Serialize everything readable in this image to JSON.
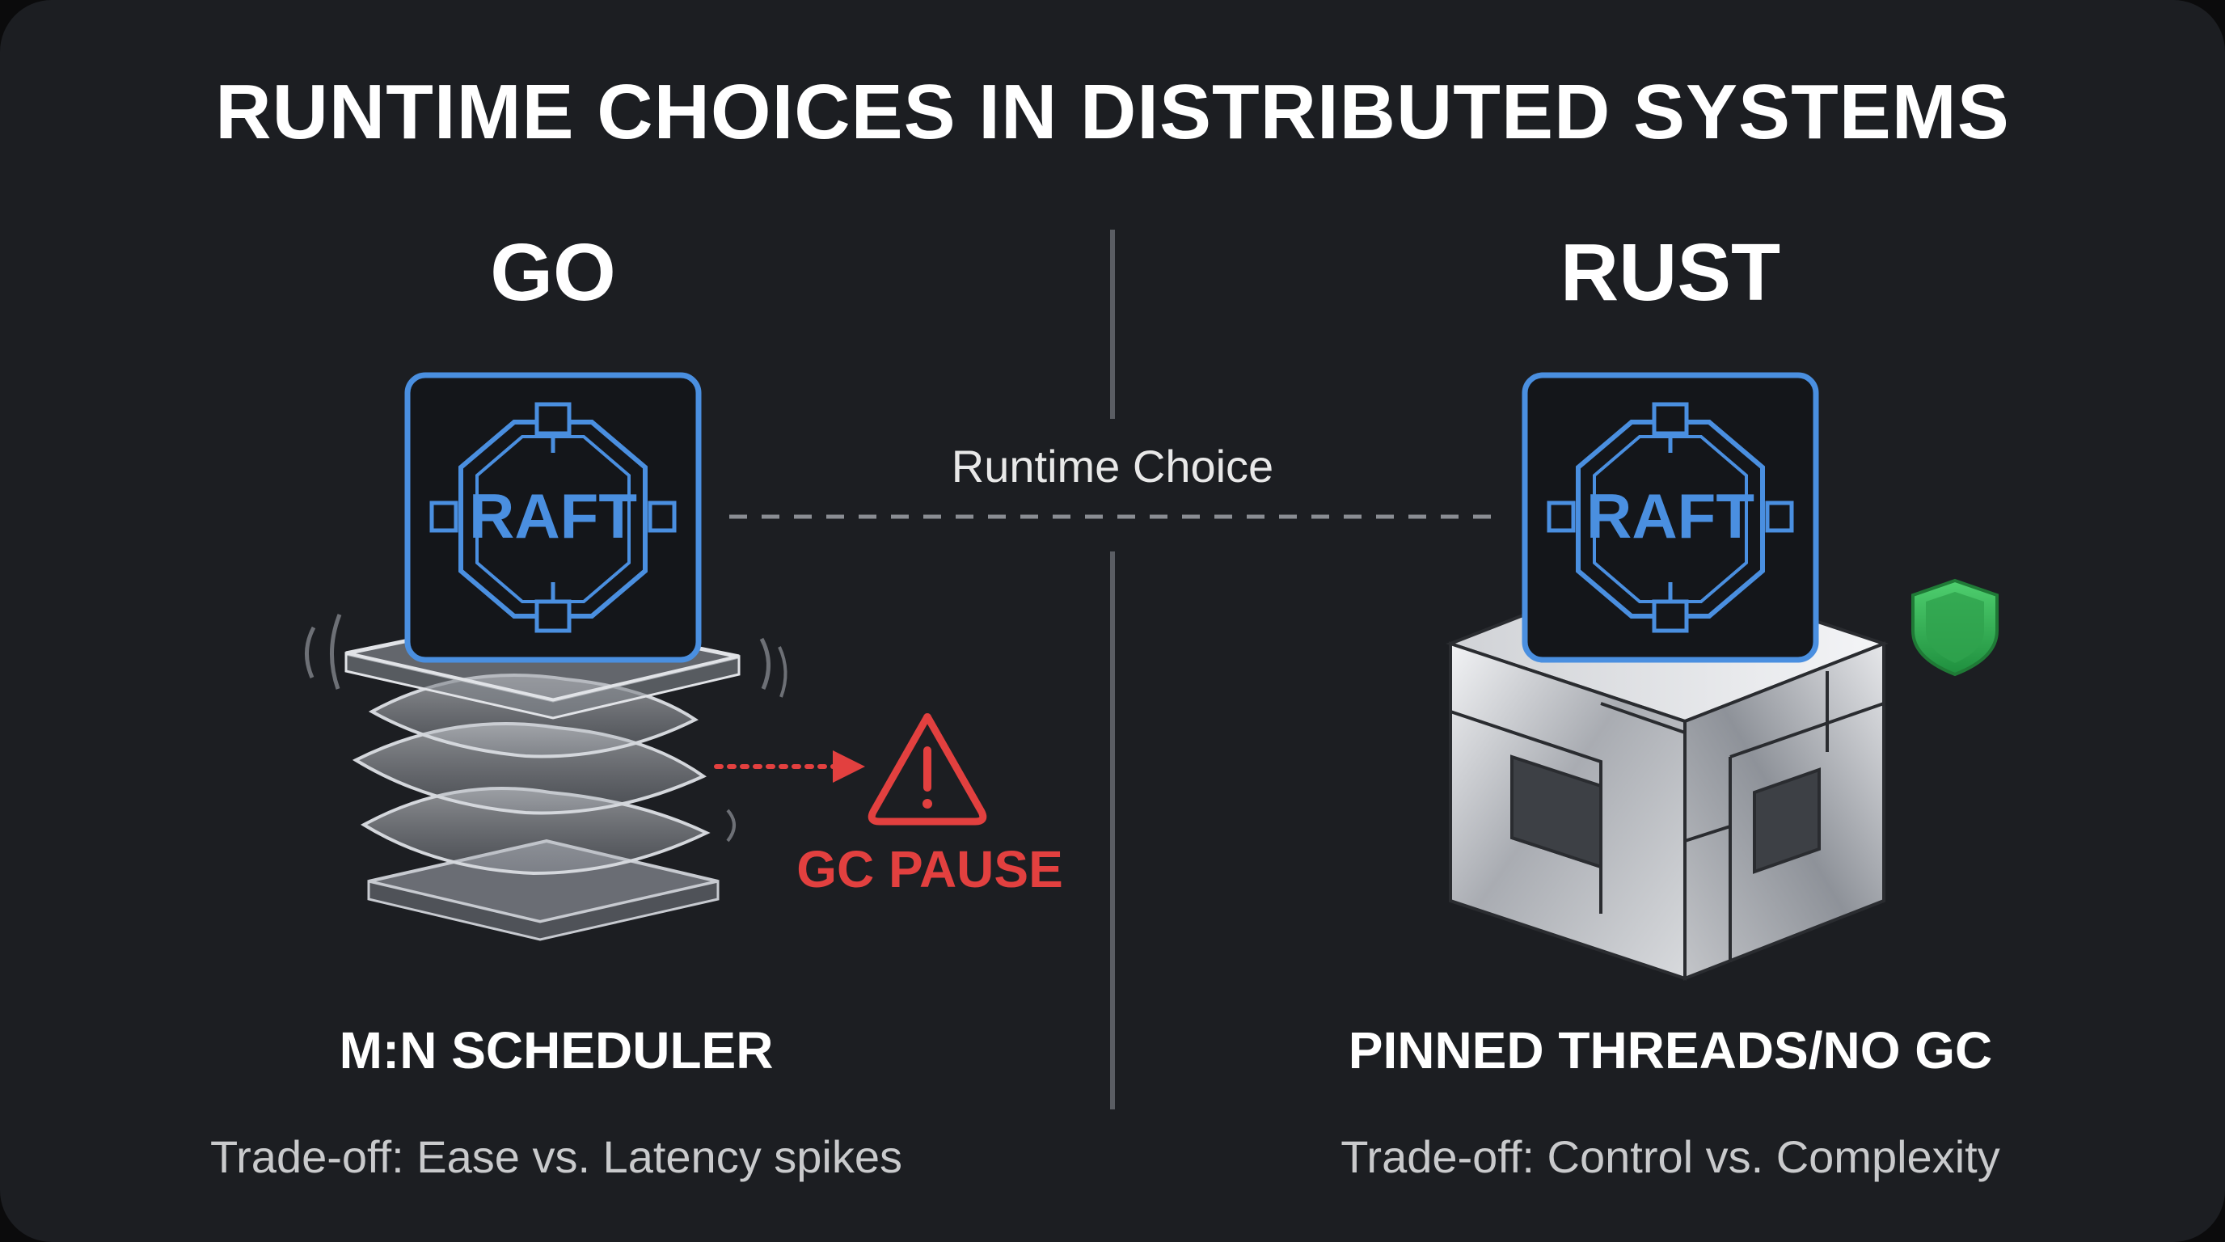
{
  "title": "RUNTIME CHOICES IN DISTRIBUTED SYSTEMS",
  "center_label": "Runtime Choice",
  "go": {
    "heading": "GO",
    "chip_label": "RAFT",
    "alert_label": "GC PAUSE",
    "subtitle": "M:N SCHEDULER",
    "tradeoff": "Trade-off: Ease vs. Latency spikes"
  },
  "rust": {
    "heading": "RUST",
    "chip_label": "RAFT",
    "subtitle": "PINNED THREADS/NO GC",
    "tradeoff": "Trade-off: Control vs. Complexity"
  },
  "colors": {
    "background": "#1c1e22",
    "chip_blue": "#4a8fe0",
    "alert_red": "#e2403f",
    "shield_green": "#3cb55a"
  },
  "icons": [
    "warning-icon",
    "shield-icon",
    "raft-chip-icon",
    "stacked-layers-icon",
    "steel-block-icon"
  ]
}
